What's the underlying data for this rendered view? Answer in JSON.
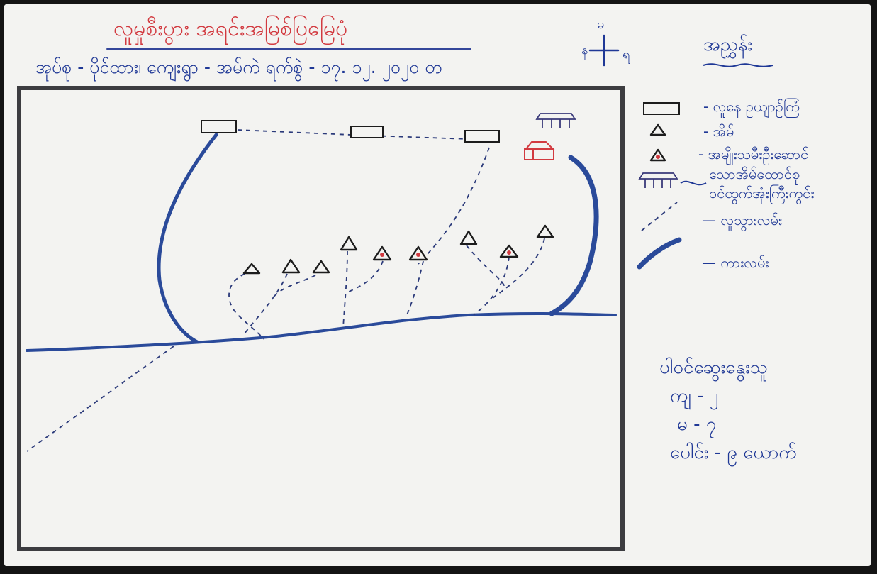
{
  "map": {
    "title": "လူမှုစီးပွား အရင်းအမြစ်ပြမြေပုံ",
    "subtitle": "အုပ်စု - ပိုင်ထား၊ ကျေးရွာ - အမ်ကဲ ရက်စွဲ - ၁၇. ၁၂. ၂၀၂၀ တ",
    "compass": {
      "north": "မ",
      "west": "န",
      "east": "ရ"
    }
  },
  "legend": {
    "title": "အညွှန်း",
    "items": [
      {
        "symbol": "rectangle",
        "label": "- လူနေ ဥယျာဉ်ကြံ"
      },
      {
        "symbol": "triangle",
        "label": "- အိမ်"
      },
      {
        "symbol": "triangle-red-dot",
        "label": "- အမျိုးသမီးဦးဆောင်",
        "label_cont": "သောအိမ်ထောင်စု"
      },
      {
        "symbol": "shed",
        "label": "ဝင်ထွက်အုံးကြီးကွင်း"
      },
      {
        "symbol": "dashed-line",
        "label": "— လူသွားလမ်း"
      },
      {
        "symbol": "thick-line",
        "label": "— ကားလမ်း"
      }
    ]
  },
  "info": {
    "title": "ပါဝင်ဆွေးနွေးသူ",
    "male": "ကျ - ၂",
    "female": "မ - ၇",
    "total": "ပေါင်း - ၉ ယောက်"
  },
  "colors": {
    "ink_blue": "#1f3896",
    "ink_red": "#d23a40",
    "border": "#3c3c40",
    "road": "#2a4a9a",
    "paper": "#f3f3f1"
  }
}
